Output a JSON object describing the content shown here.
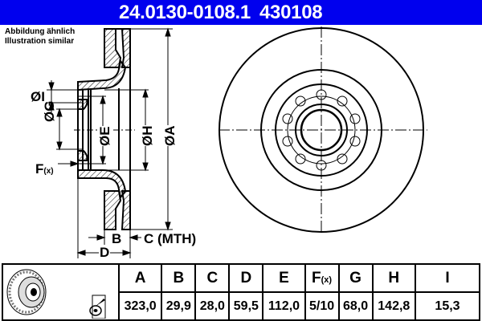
{
  "header": {
    "part_number": "24.0130-0108.1",
    "code": "430108",
    "background_color": "#0000ee"
  },
  "note": {
    "line1": "Abbildung ähnlich",
    "line2": "Illustration similar"
  },
  "section_labels": {
    "I": "ØI",
    "G": "ØG",
    "E": "ØE",
    "H": "ØH",
    "A": "ØA",
    "F": "F",
    "F_sub": "(x)",
    "B": "B",
    "C": "C (MTH)",
    "D": "D"
  },
  "icons": [
    "brake-disc-perspective-icon",
    "spray-cleaner-icon",
    "disc-front-view-drawing",
    "disc-cross-section-drawing"
  ],
  "table": {
    "headers": [
      "A",
      "B",
      "C",
      "D",
      "E",
      "F",
      "G",
      "H",
      "I"
    ],
    "f_header_sub": "(x)",
    "values": [
      "323,0",
      "29,9",
      "28,0",
      "59,5",
      "112,0",
      "5/10",
      "68,0",
      "142,8",
      "15,3"
    ]
  }
}
